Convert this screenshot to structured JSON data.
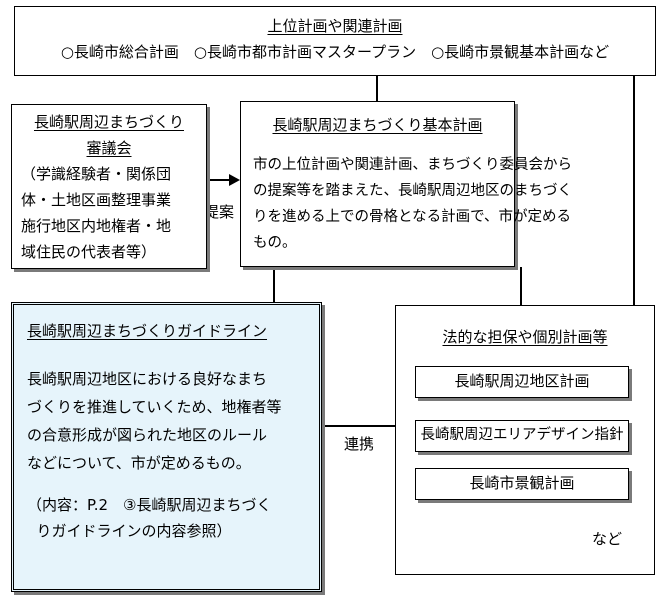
{
  "top_box": {
    "title": "上位計画や関連計画",
    "items": "○長崎市総合計画　○長崎市都市計画マスタープラン　○長崎市景観基本計画など"
  },
  "council_box": {
    "title_line1": "長崎駅周辺まちづくり",
    "title_line2": "審議会",
    "body": "（学識経験者・関係団\n体・土地区画整理事業\n施行地区内地権者・地\n域住民の代表者等）"
  },
  "proposal_label": "提案",
  "basic_plan_box": {
    "title": "長崎駅周辺まちづくり基本計画",
    "body": "市の上位計画や関連計画、まちづくり委員会から\nの提案等を踏まえた、長崎駅周辺地区のまちづく\nりを進める上での骨格となる計画で、市が定める\nもの。"
  },
  "guideline_box": {
    "title": "長崎駅周辺まちづくりガイドライン",
    "body": "長崎駅周辺地区における良好なまち\nづくりを推進していくため、地権者等\nの合意形成が図られた地区のルール\nなどについて、市が定めるもの。",
    "note": "（内容：P.2　③長崎駅周辺まちづく\n  りガイドラインの内容参照）"
  },
  "link_label": "連携",
  "legal_box": {
    "title": "法的な担保や個別計画等",
    "items": [
      "長崎駅周辺地区計画",
      "長崎駅周辺エリアデザイン指針",
      "長崎市景観計画"
    ],
    "etc": "など"
  }
}
